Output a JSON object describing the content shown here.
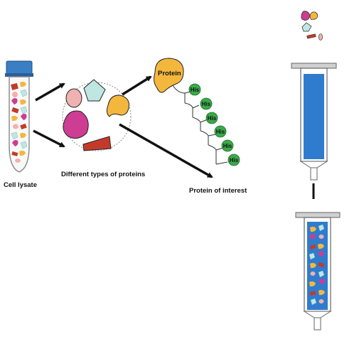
{
  "labels": {
    "cell_lysate": "Cell lysate",
    "different_proteins": "Different types of proteins",
    "protein": "Protein",
    "protein_of_interest": "Protein of interest",
    "his_tag": "His"
  },
  "colors": {
    "tube_cap": "#3a7fc4",
    "column_fill": "#2f7ccf",
    "protein_orange": "#f4b73d",
    "protein_magenta": "#cc3d93",
    "protein_pink": "#efb2b0",
    "protein_aqua": "#bfe6e0",
    "protein_red": "#c43a2a",
    "his_green": "#3aaa4a",
    "arrow": "#111111"
  }
}
